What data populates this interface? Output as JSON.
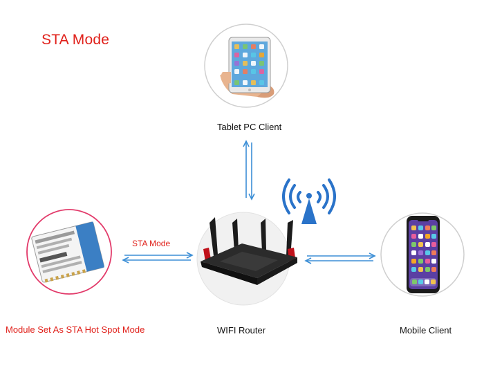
{
  "title": "STA Mode",
  "nodes": {
    "tablet": {
      "label": "Tablet PC Client"
    },
    "router": {
      "label": "WIFI Router"
    },
    "mobile": {
      "label": "Mobile Client"
    },
    "module": {
      "label": "Module Set As STA Hot Spot Mode"
    }
  },
  "links": {
    "module_router": {
      "label": "STA Mode"
    }
  },
  "colors": {
    "accent_red": "#e0201a",
    "arrow_blue": "#3b8ed6",
    "circle_border": "#cfcfcf",
    "module_ring": "#e23a6a",
    "wifi_blue": "#2a73c9"
  }
}
